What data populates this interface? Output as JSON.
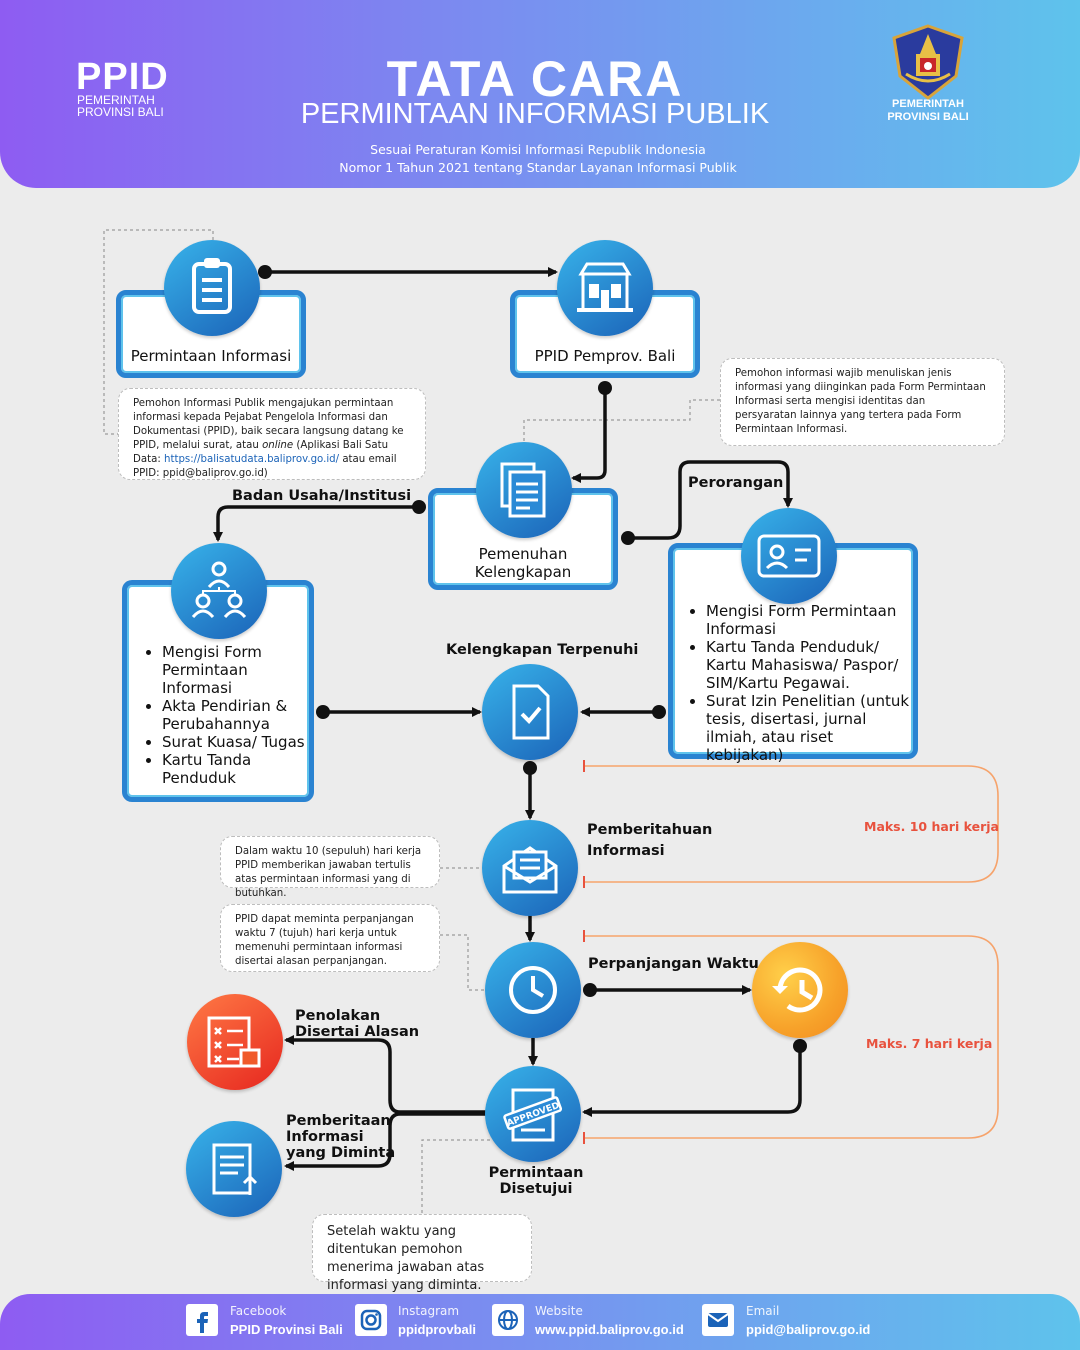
{
  "header": {
    "brand": "PPID",
    "brand_sub_1": "PEMERINTAH",
    "brand_sub_2": "PROVINSI BALI",
    "title": "TATA CARA",
    "subtitle": "PERMINTAAN INFORMASI PUBLIK",
    "regulation_1": "Sesuai Peraturan Komisi Informasi Republik Indonesia",
    "regulation_2": "Nomor 1 Tahun 2021 tentang Standar Layanan Informasi Publik",
    "emblem_label_1": "PEMERINTAH",
    "emblem_label_2": "PROVINSI BALI"
  },
  "steps": {
    "permintaan": "Permintaan Informasi",
    "ppid": "PPID Pemprov. Bali",
    "pemenuhan_1": "Pemenuhan",
    "pemenuhan_2": "Kelengkapan",
    "kelengkapan_terpenuhi": "Kelengkapan Terpenuhi",
    "pemberitahuan_1": "Pemberitahuan",
    "pemberitahuan_2": "Informasi",
    "perpanjangan": "Perpanjangan Waktu",
    "penolakan_1": "Penolakan",
    "penolakan_2": "Disertai Alasan",
    "pemberian_1": "Pemberitaan",
    "pemberian_2": "Informasi",
    "pemberian_3": "yang Diminta",
    "disetujui_1": "Permintaan",
    "disetujui_2": "Disetujui"
  },
  "branches": {
    "badan_usaha": "Badan Usaha/Institusi",
    "perorangan": "Perorangan"
  },
  "badan_items": [
    "Mengisi Form Permintaan Informasi",
    "Akta Pendirian & Perubahannya",
    "Surat Kuasa/ Tugas",
    "Kartu Tanda Penduduk"
  ],
  "perorangan_items": [
    "Mengisi Form Permintaan Informasi",
    "Kartu Tanda Penduduk/ Kartu Mahasiswa/ Paspor/ SIM/Kartu Pegawai.",
    "Surat Izin Penelitian (untuk tesis, disertasi, jurnal ilmiah, atau riset kebijakan)"
  ],
  "notes": {
    "permintaan_pre": "Pemohon Informasi Publik mengajukan permintaan informasi kepada Pejabat Pengelola Informasi dan Dokumentasi (PPID), baik secara langsung datang ke PPID, melalui surat, atau ",
    "permintaan_online": "online",
    "permintaan_mid": " (Aplikasi Bali Satu Data: ",
    "permintaan_link": "https://balisatudata.baliprov.go.id/",
    "permintaan_post": " atau email PPID: ppid@baliprov.go.id)",
    "pemohon": "Pemohon informasi wajib menuliskan jenis informasi yang diinginkan pada Form Permintaan Informasi serta mengisi identitas dan persyaratan lainnya yang tertera pada Form Permintaan Informasi.",
    "sepuluh_hari": "Dalam waktu 10 (sepuluh) hari kerja PPID memberikan jawaban tertulis atas permintaan informasi yang di butuhkan.",
    "tujuh_hari": "PPID dapat meminta perpanjangan waktu 7 (tujuh) hari kerja untuk memenuhi permintaan informasi disertai alasan perpanjangan.",
    "setelah": "Setelah waktu yang ditentukan pemohon menerima jawaban atas informasi yang diminta."
  },
  "deadlines": {
    "maks_10": "Maks. 10 hari kerja",
    "maks_7": "Maks. 7 hari kerja"
  },
  "footer": {
    "facebook_label": "Facebook",
    "facebook_value": "PPID Provinsi Bali",
    "instagram_label": "Instagram",
    "instagram_value": "ppidprovbali",
    "website_label": "Website",
    "website_value": "www.ppid.baliprov.go.id",
    "email_label": "Email",
    "email_value": "ppid@baliprov.go.id"
  },
  "icons": [
    "clipboard-icon",
    "building-icon",
    "documents-icon",
    "people-hierarchy-icon",
    "id-card-icon",
    "document-check-icon",
    "envelope-icon",
    "clock-icon",
    "history-icon",
    "rejected-form-icon",
    "approved-stamp-icon",
    "document-upload-icon",
    "facebook-icon",
    "instagram-icon",
    "globe-icon",
    "email-icon"
  ],
  "colors": {
    "accent_blue": "#1b63b8",
    "accent_cyan": "#38b3ea",
    "deadline_red": "#e8523e",
    "deadline_orange": "#f6a36b",
    "header_purple": "#8e5cf2"
  }
}
